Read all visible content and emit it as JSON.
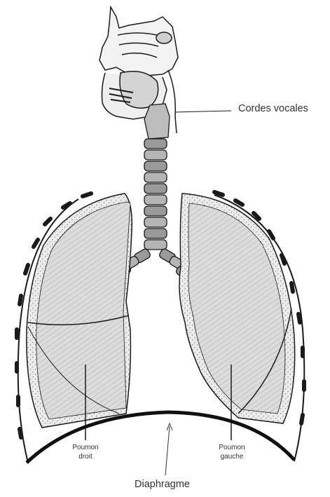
{
  "labels": {
    "vocal_cords": "Cordes vocales",
    "right_lung_line1": "Poumon",
    "right_lung_line2": "droit",
    "left_lung_line1": "Poumon",
    "left_lung_line2": "gauche",
    "diaphragm": "Diaphragme"
  },
  "colors": {
    "ink": "#1a1a1a",
    "lung_fill": "#d9d9d9",
    "trachea_fill": "#9a9a9a",
    "label_text": "#333333"
  }
}
